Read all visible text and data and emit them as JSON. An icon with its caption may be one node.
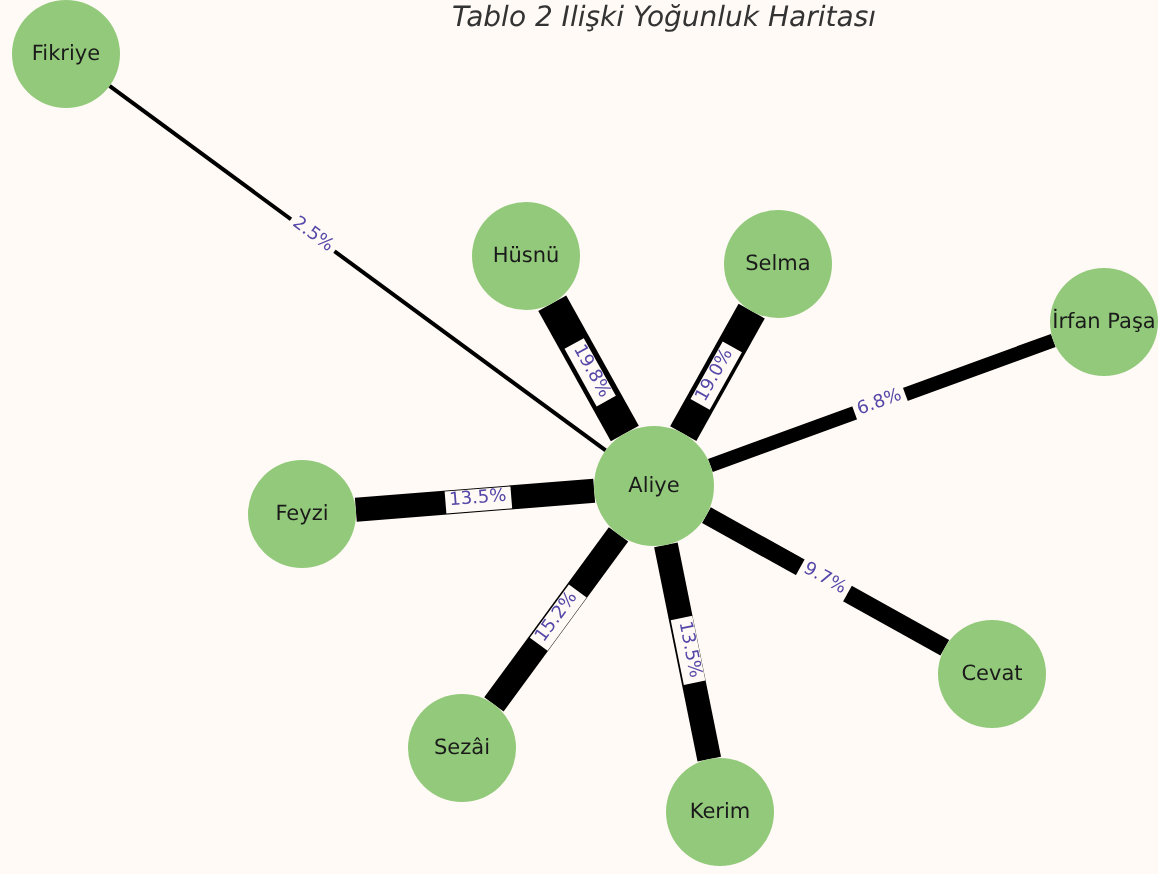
{
  "diagram": {
    "title": "Tablo 2 Ilişki Yoğunluk Haritası",
    "nodes": [
      {
        "text": [
          "Fikriye"
        ]
      },
      {
        "text": [
          "Hüsnü"
        ]
      },
      {
        "text": [
          "Selma"
        ]
      },
      {
        "text": [
          "İrfan Paşa"
        ]
      },
      {
        "text": [
          "Feyzi"
        ]
      },
      {
        "text": [
          "Aliye"
        ]
      },
      {
        "text": [
          "Cevat"
        ]
      },
      {
        "text": [
          "Sezâi"
        ]
      },
      {
        "text": [
          "Kerim"
        ]
      }
    ],
    "edges": [
      {
        "from": 5,
        "to": 0,
        "arrow": "none",
        "label": "2.5%"
      },
      {
        "from": 5,
        "to": 1,
        "arrow": "none",
        "label": "19.8%"
      },
      {
        "from": 5,
        "to": 2,
        "arrow": "none",
        "label": "19.0%"
      },
      {
        "from": 5,
        "to": 3,
        "arrow": "none",
        "label": "6.8%"
      },
      {
        "from": 5,
        "to": 4,
        "arrow": "none",
        "label": "13.5%"
      },
      {
        "from": 5,
        "to": 6,
        "arrow": "none",
        "label": "9.7%"
      },
      {
        "from": 5,
        "to": 7,
        "arrow": "none",
        "label": "15.2%"
      },
      {
        "from": 5,
        "to": 8,
        "arrow": "none",
        "label": "13.5%"
      }
    ]
  }
}
